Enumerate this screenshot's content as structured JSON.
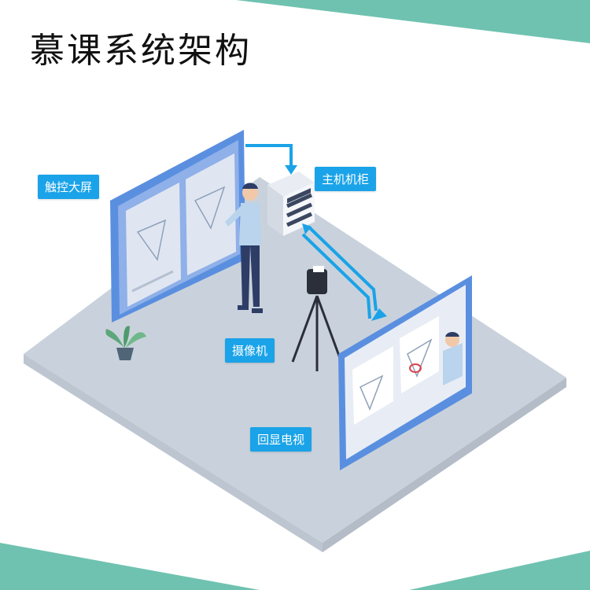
{
  "title": "慕课系统架构",
  "labels": {
    "touch_screen": "触控大屏",
    "host_cabinet": "主机机柜",
    "camera": "摄像机",
    "playback_tv": "回显电视"
  },
  "colors": {
    "accent": "#1aa3e8",
    "corner_teal": "#6fc2b0",
    "floor": "#c9d2dc",
    "screen_frame": "#5a8fe0",
    "screen_inner": "#e8edf5"
  }
}
